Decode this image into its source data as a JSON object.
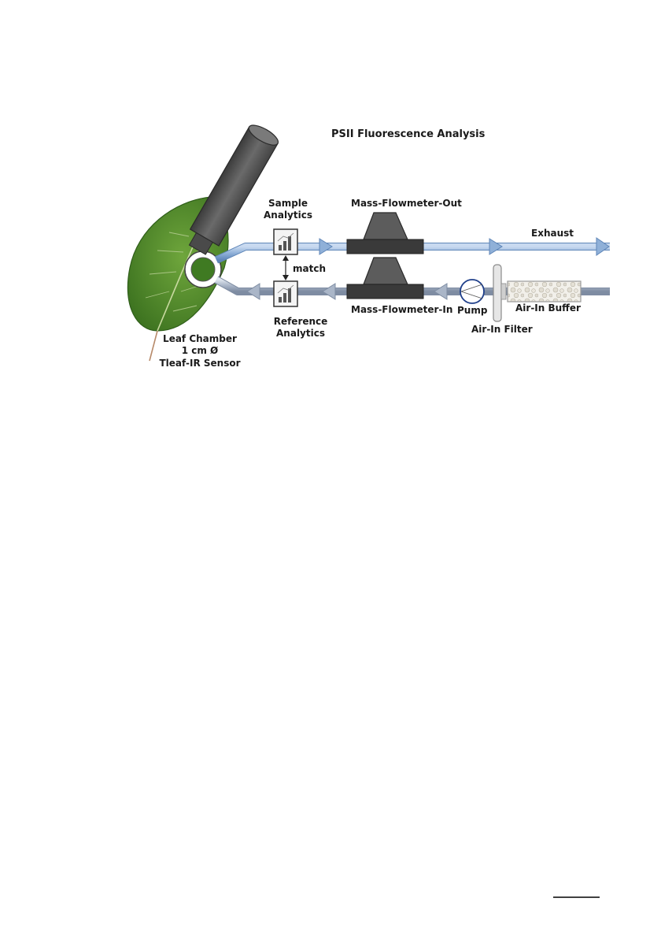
{
  "labels": {
    "psii": "PSII Fluorescence Analysis",
    "sample_l1": "Sample",
    "sample_l2": "Analytics",
    "mfm_out": "Mass-Flowmeter-Out",
    "exhaust": "Exhaust",
    "match": "match",
    "reference_l1": "Reference",
    "reference_l2": "Analytics",
    "mfm_in": "Mass-Flowmeter-In",
    "pump": "Pump",
    "air_in_filter": "Air-In Filter",
    "air_in_buffer": "Air-In Buffer",
    "leaf_l1": "Leaf Chamber",
    "leaf_l2": "1 cm Ø",
    "leaf_l3": "Tleaf-IR Sensor"
  },
  "colors": {
    "leaf": "#4f8a2c",
    "leaf_dark": "#2f5e1a",
    "tube_out": "#8fb0d8",
    "tube_in": "#aab6c8",
    "device": "#3a3a3a",
    "cylinder": "#555555"
  },
  "icons": {
    "analytics": "bar-chart-icon",
    "pump": "pump-icon",
    "filter": "filter-disc-icon"
  }
}
